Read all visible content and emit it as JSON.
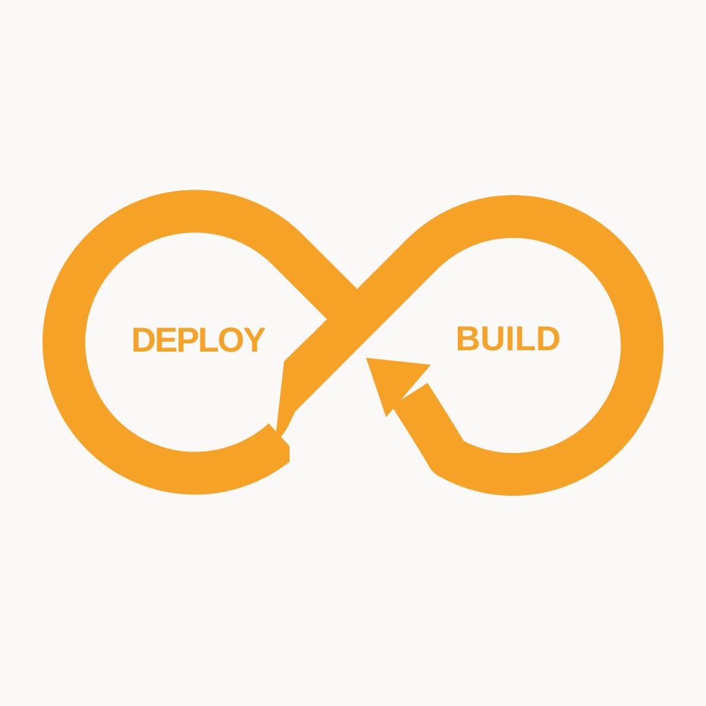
{
  "logo": {
    "type": "devops-infinity-loop",
    "left_loop_label": "DEPLOY",
    "right_loop_label": "BUILD",
    "arrowhead_direction": "points up-left toward center crossing"
  },
  "colors": {
    "accent_orange": "#F5A227",
    "background": "#FAF9F7"
  }
}
